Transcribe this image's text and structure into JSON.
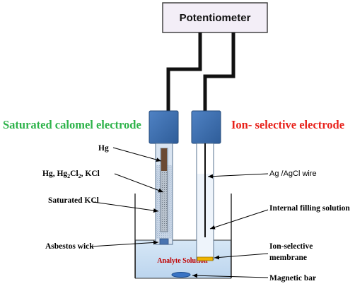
{
  "potentiometer": {
    "label": "Potentiometer"
  },
  "electrodes": {
    "reference": {
      "title": "Saturated calomel electrode"
    },
    "indicator": {
      "title": "Ion- selective electrode"
    }
  },
  "labels": {
    "hg": "Hg",
    "paste_prefix": "Hg, Hg",
    "paste_sub1": "2",
    "paste_mid": "Cl",
    "paste_sub2": "2",
    "paste_suffix": ", KCl",
    "saturated_kcl": "Saturated KCl",
    "asbestos_wick": "Asbestos wick",
    "ag_agcl_wire": "Ag /AgCl wire",
    "internal_filling": "Internal filling solution",
    "membrane_line1": "Ion-selective",
    "membrane_line2": "membrane",
    "magnetic_bar": "Magnetic bar",
    "analyte": "Analyte Solution"
  },
  "colors": {
    "reference_title": "#2db34a",
    "indicator_title": "#e8211a",
    "analyte_text": "#c00000",
    "electrode_cap": "#3f6fb0",
    "potentiometer_fill": "#f3eef7",
    "solution": "#c9dff2",
    "membrane": "#f0b400",
    "magnetic_bar": "#3a74c4"
  }
}
